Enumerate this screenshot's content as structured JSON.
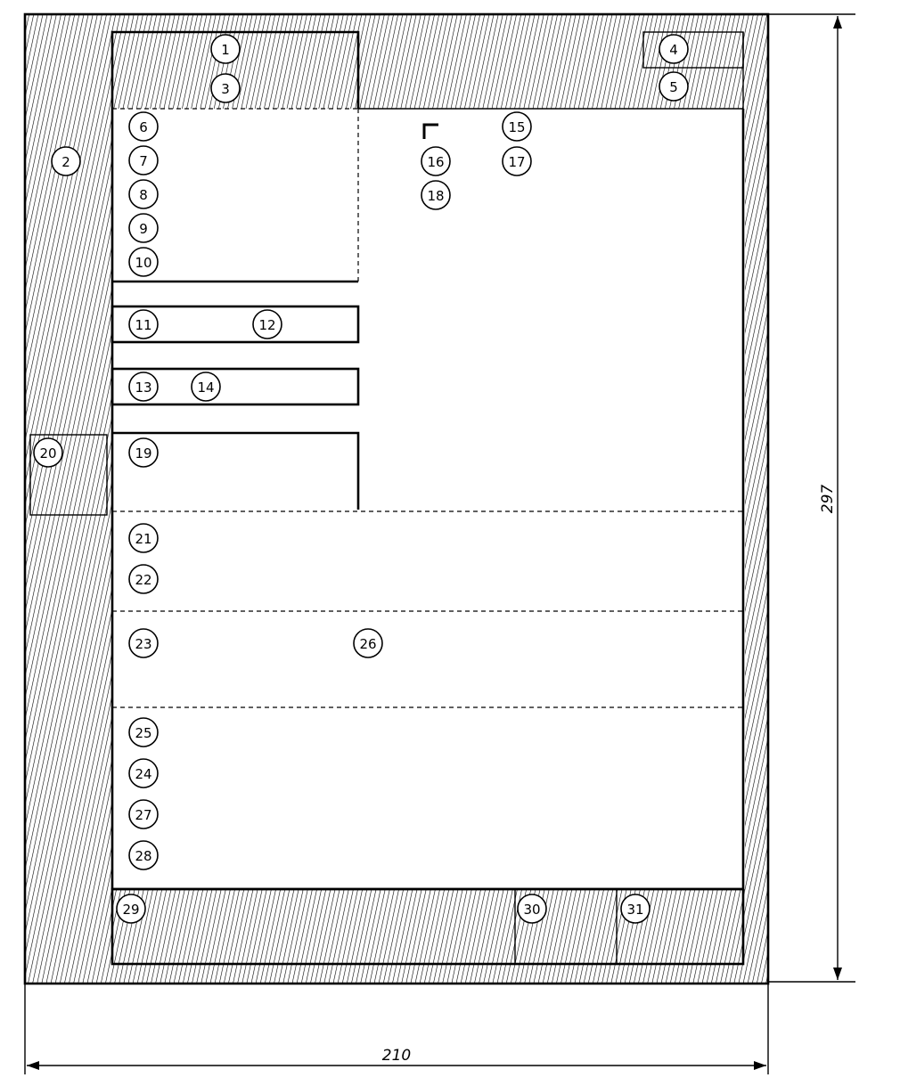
{
  "dimensions": {
    "width_label": "210",
    "height_label": "297"
  },
  "markers": [
    "1",
    "2",
    "3",
    "4",
    "5",
    "6",
    "7",
    "8",
    "9",
    "10",
    "11",
    "12",
    "13",
    "14",
    "15",
    "16",
    "17",
    "18",
    "19",
    "20",
    "21",
    "22",
    "23",
    "24",
    "25",
    "26",
    "27",
    "28",
    "29",
    "30",
    "31"
  ],
  "style": {
    "line_color": "#000000",
    "hatch_color": "#000000",
    "background": "#ffffff"
  }
}
